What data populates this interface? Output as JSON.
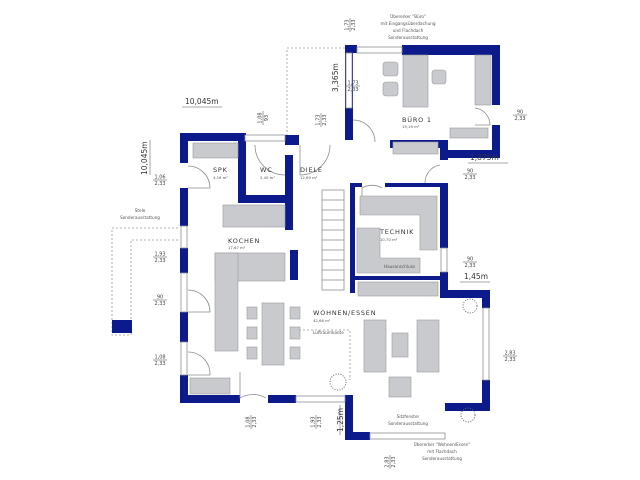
{
  "colors": {
    "wall": "#0d1a8c",
    "furniture": "#c9cacd"
  },
  "rooms": {
    "buero": {
      "name": "BÜRO 1",
      "area": "19,19 m²"
    },
    "spk": {
      "name": "SPK",
      "area": "4,16 m²"
    },
    "wc": {
      "name": "WC",
      "area": "2,40 m²"
    },
    "diele": {
      "name": "DIELE",
      "area": "12,69 m²"
    },
    "kochen": {
      "name": "KOCHEN",
      "area": "17,67 m²"
    },
    "technik": {
      "name": "TECHNIK",
      "area": "10,70 m²",
      "note": "Hausanschluss"
    },
    "wohnen": {
      "name": "WOHNEN/ESSEN",
      "area": "42,66 m²",
      "note": "Luftraumkante"
    }
  },
  "notes": {
    "erker_buero": [
      "Übererker \"Büro\"",
      "mit Eingangsüberdachung",
      "und Flachdach",
      "Sonderausstattung"
    ],
    "stele": [
      "Stele",
      "Sonderausstattung"
    ],
    "sitzfenster": [
      "Sitzfenster",
      "Sonderausstattung"
    ],
    "erker_wohnen": [
      "Übererker \"Wohnen/Essen\"",
      "mit Flachdach",
      "Sonderausstattung"
    ]
  },
  "measures": {
    "top_width": "10,045m",
    "left_height": "10,045m",
    "buero_depth": "3,365m",
    "buero_right": "1,875m",
    "technik_right": "1,45m",
    "bottom_step": "1,25m"
  },
  "openings": [
    {
      "top": "1,73",
      "bottom": "2,33"
    },
    {
      "top": "1,73",
      "bottom": "2,33"
    },
    {
      "top": "1,08",
      "bottom": "93"
    },
    {
      "top": "1,73",
      "bottom": "2,33"
    },
    {
      "top": "90",
      "bottom": "2,33"
    },
    {
      "top": "90",
      "bottom": "2,33"
    },
    {
      "top": "1,06",
      "bottom": "2,33"
    },
    {
      "top": "1,93",
      "bottom": "2,33"
    },
    {
      "top": "90",
      "bottom": "2,33"
    },
    {
      "top": "90",
      "bottom": "2,33"
    },
    {
      "top": "1,08",
      "bottom": "2,33"
    },
    {
      "top": "2,83",
      "bottom": "2,33"
    },
    {
      "top": "1,08",
      "bottom": "2,33"
    },
    {
      "top": "1,93",
      "bottom": "2,33"
    },
    {
      "top": "2,83",
      "bottom": "2,33"
    }
  ]
}
